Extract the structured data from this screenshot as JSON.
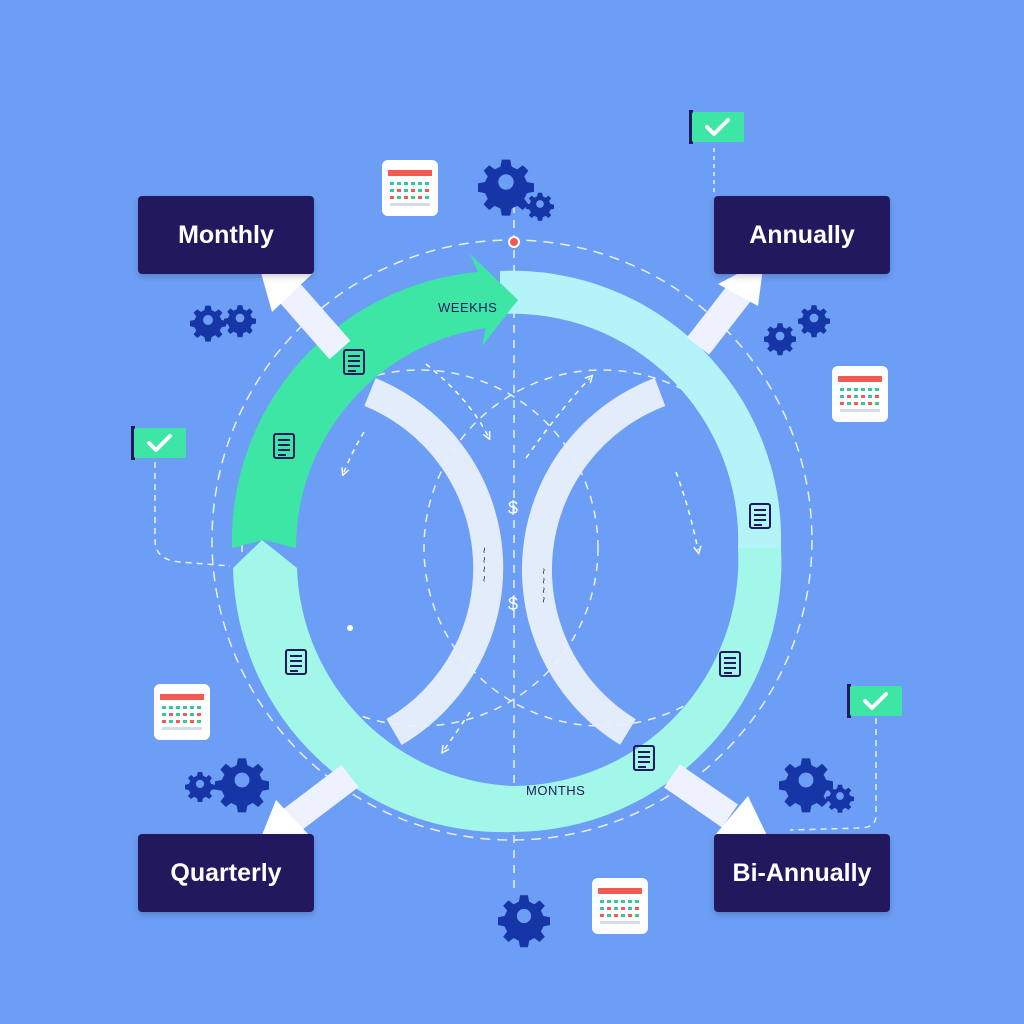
{
  "frequencies": {
    "monthly": "Monthly",
    "annually": "Annually",
    "quarterly": "Quarterly",
    "bi_annually": "Bi-Annually"
  },
  "arc_labels": {
    "weeks": "WEEKHS",
    "months": "MONTHS"
  },
  "colors": {
    "background": "#6d9ef5",
    "box": "#22185e",
    "green_arrow": "#3ee6a6",
    "cyan_ring": "#b3f4f9",
    "mint_ring": "#a3f7e8",
    "gear": "#1636a8",
    "check_flag": "#3ee6a6",
    "calendar_header": "#f25a52"
  },
  "icons": [
    "gear-icon",
    "calendar-icon",
    "document-icon",
    "check-flag-icon",
    "dollar-icon"
  ]
}
